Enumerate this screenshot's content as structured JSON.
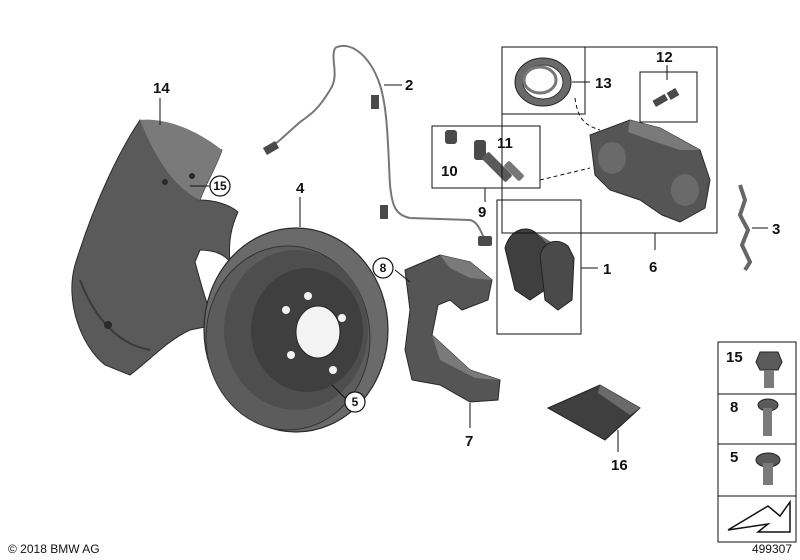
{
  "callouts": {
    "pad_set": "1",
    "wear_sensor": "2",
    "spring_clip": "3",
    "brake_disc": "4",
    "disc_screw": "5",
    "caliper_housing": "6",
    "caliper_carrier": "7",
    "carrier_bolt": "8",
    "guide_kit": "9",
    "guide_sleeve": "10",
    "guide_bolt": "11",
    "bleeder": "12",
    "piston_seal": "13",
    "protection_plate": "14",
    "plate_bolt": "15",
    "grease_sachet": "16"
  },
  "side_table": {
    "row_15": "15",
    "row_8": "8",
    "row_5": "5"
  },
  "footer": {
    "copyright": "© 2018 BMW AG",
    "diagram_id": "499307"
  },
  "colors": {
    "part_dark": "#4a4a4a",
    "part_mid": "#6e6e6e",
    "part_light": "#9a9a9a",
    "line": "#111111"
  },
  "icons": {
    "arrow": "arrow-icon"
  }
}
